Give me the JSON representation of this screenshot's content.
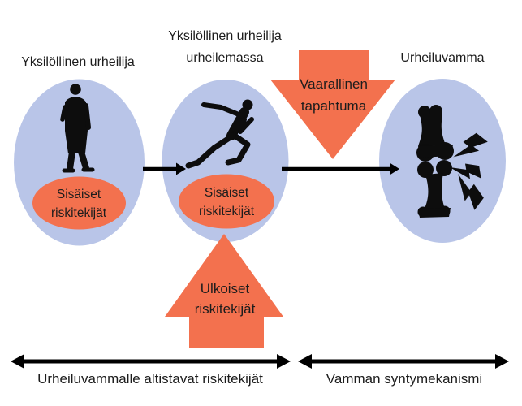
{
  "colors": {
    "accent": "#f3714e",
    "ellipse": "#b9c5e8",
    "ink": "#1c1c1c",
    "black": "#0d0d0d",
    "bg": "#ffffff"
  },
  "stage1": {
    "title": "Yksilöllinen urheilija",
    "icon": "standing-athlete",
    "risk": [
      "Sisäiset",
      "riskitekijät"
    ]
  },
  "stage2": {
    "title": [
      "Yksilöllinen urheilija",
      "urheilemassa"
    ],
    "icon": "running-athlete",
    "risk": [
      "Sisäiset",
      "riskitekijät"
    ]
  },
  "stage3": {
    "title": "Urheiluvamma",
    "icon": "injured-joint-with-impact-bolts"
  },
  "danger_arrow": {
    "direction": "down",
    "label": [
      "Vaarallinen",
      "tapahtuma"
    ]
  },
  "external_arrow": {
    "direction": "up",
    "label": [
      "Ulkoiset",
      "riskitekijät"
    ]
  },
  "axis": {
    "left": "Urheiluvammalle altistavat riskitekijät",
    "right": "Vamman syntymekanismi"
  }
}
